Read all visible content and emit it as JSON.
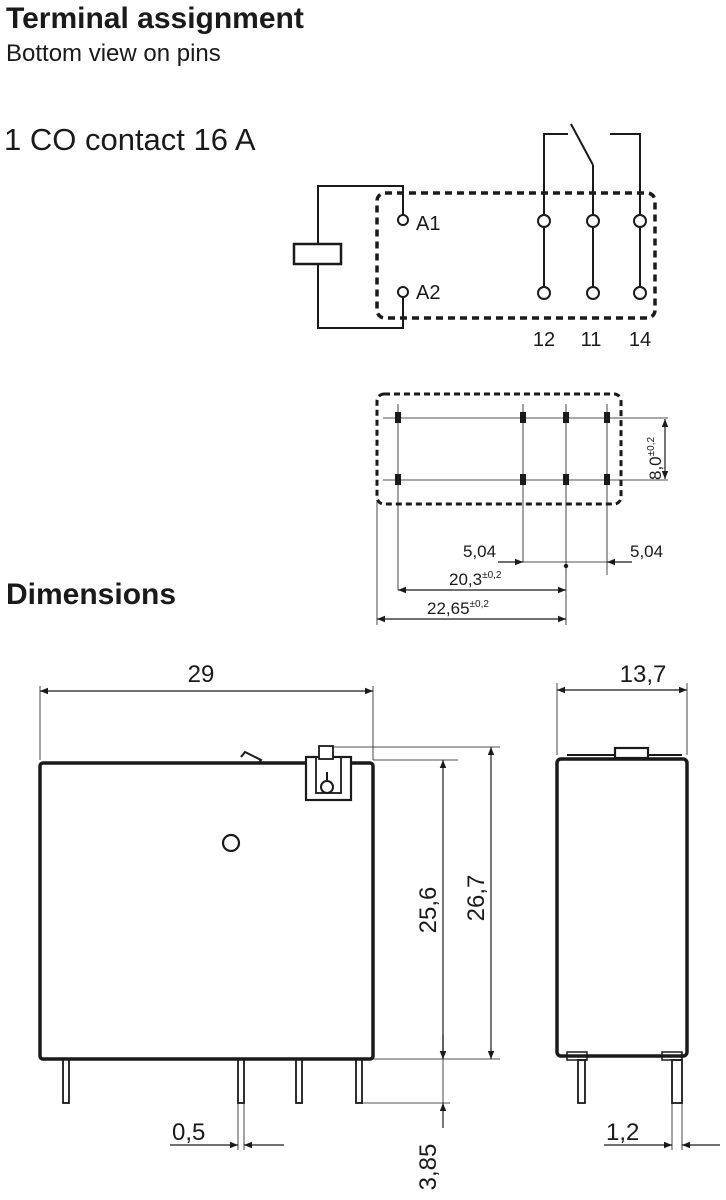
{
  "terminal": {
    "title": "Terminal assignment",
    "subtitle": "Bottom view on pins",
    "contact": "1 CO contact 16 A",
    "coil_labels": [
      "A1",
      "A2"
    ],
    "pin_labels": [
      "12",
      "11",
      "14"
    ]
  },
  "pcb": {
    "dim_left": "5,04",
    "dim_right": "5,04",
    "dim_mid": "20,3",
    "dim_mid_tol": "±0,2",
    "dim_total": "22,65",
    "dim_total_tol": "±0,2",
    "dim_vertical": "8,0",
    "dim_vertical_tol": "±0,2"
  },
  "dimensions": {
    "title": "Dimensions",
    "width": "29",
    "depth": "13,7",
    "height_body": "25,6",
    "height_total": "26,7",
    "pin_thickness": "0,5",
    "pin_length": "3,85",
    "pin_width": "1,2"
  }
}
